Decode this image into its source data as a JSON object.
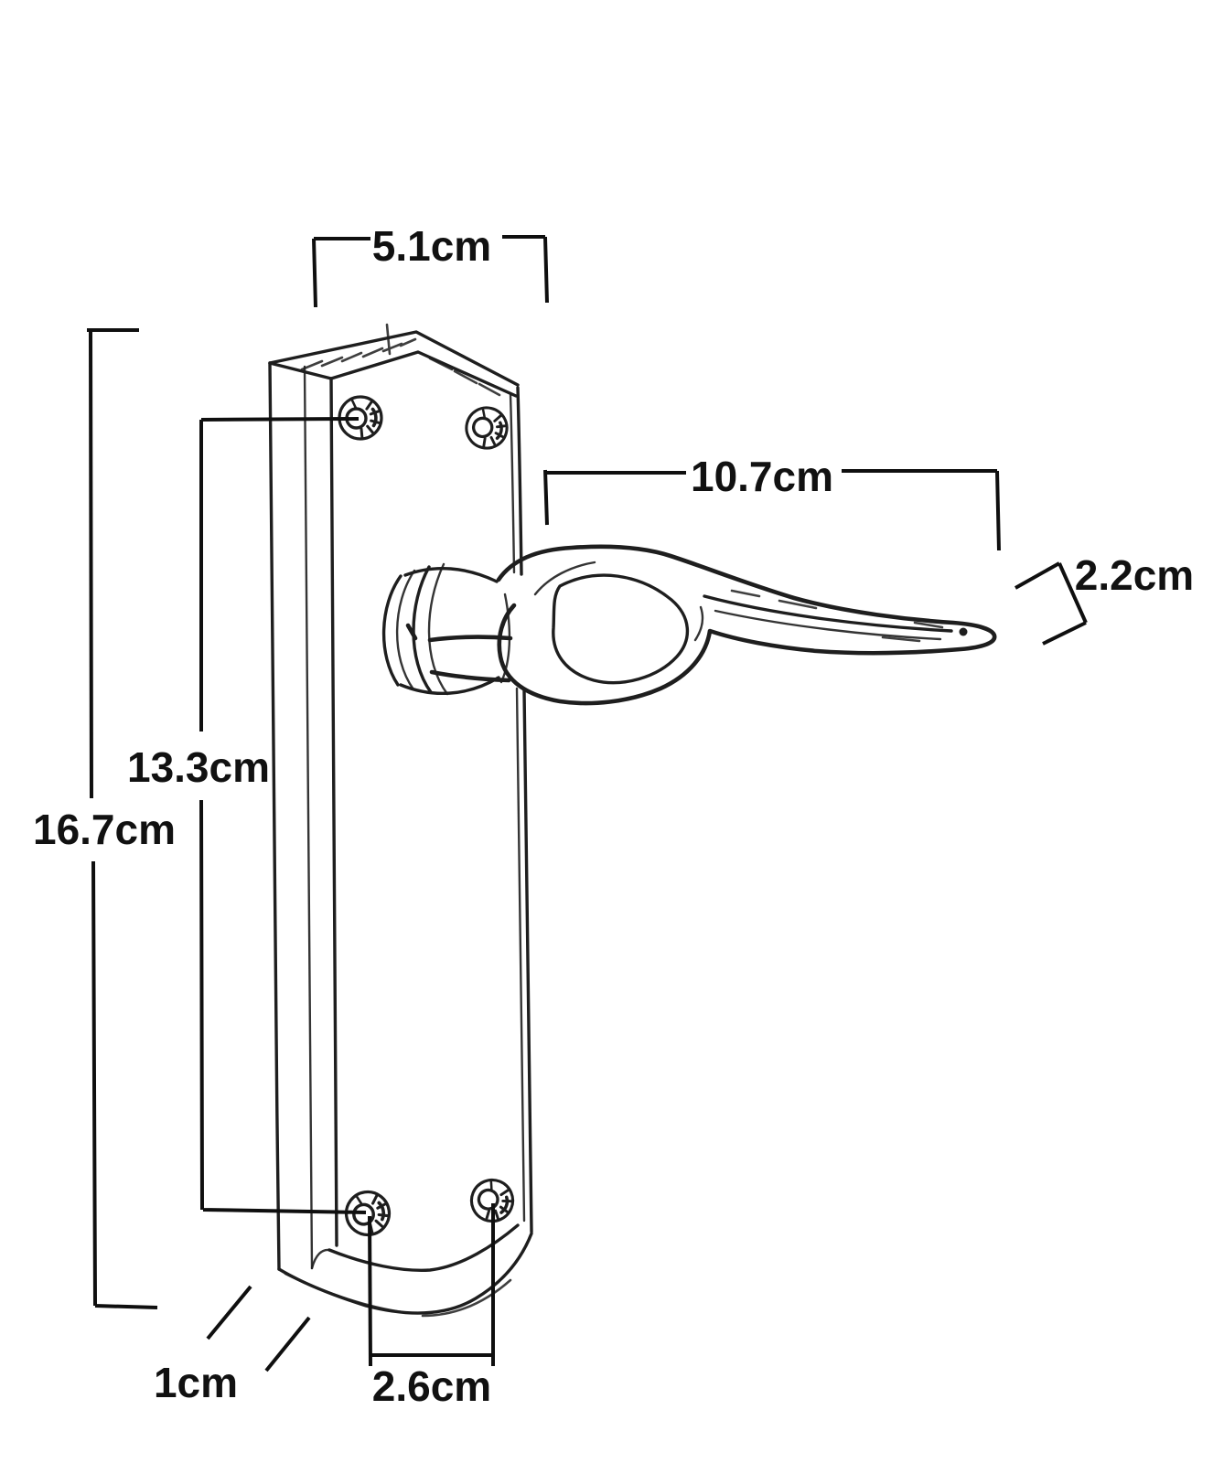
{
  "figure": {
    "type": "dimensioned technical sketch",
    "subject": "Lever door handle on backplate",
    "background": "#ffffff",
    "ink": "#1a1a1a"
  },
  "dimensions": {
    "plate_width": {
      "label": "5.1cm"
    },
    "lever_length": {
      "label": "10.7cm"
    },
    "lever_end_thickness": {
      "label": "2.2cm"
    },
    "screw_centres_vertical": {
      "label": "13.3cm"
    },
    "plate_height": {
      "label": "16.7cm"
    },
    "plate_depth": {
      "label": "1cm"
    },
    "bottom_screw_spacing": {
      "label": "2.6cm"
    }
  }
}
